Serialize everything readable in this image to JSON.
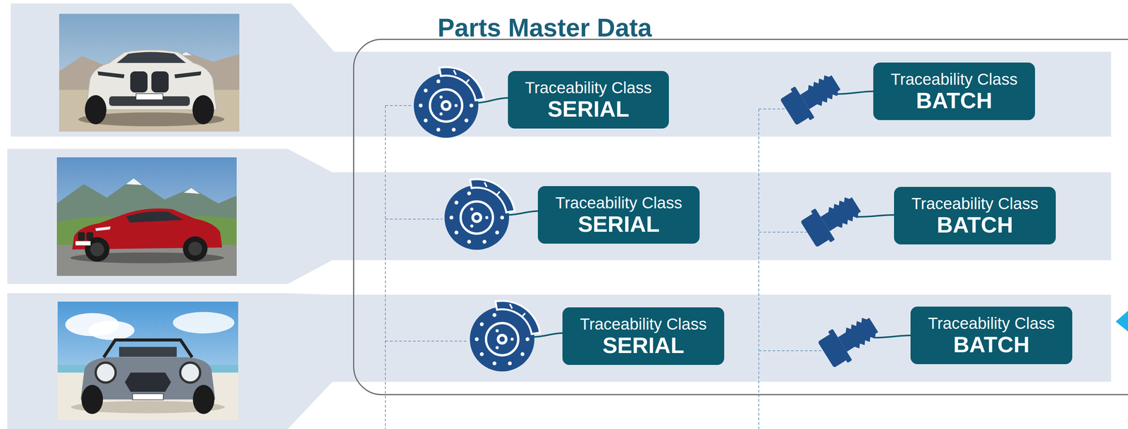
{
  "diagram": {
    "nodes": [
      {
        "text": [
          "Parts Master Data"
        ]
      },
      {
        "text": [
          "Traceability Class",
          "SERIAL"
        ],
        "in": 0
      },
      {
        "text": [
          "Traceability Class",
          "BATCH"
        ],
        "in": 0
      },
      {
        "text": [
          "Traceability Class",
          "SERIAL"
        ],
        "in": 0
      },
      {
        "text": [
          "Traceability Class",
          "BATCH"
        ],
        "in": 0
      },
      {
        "text": [
          "Traceability Class",
          "SERIAL"
        ],
        "in": 0
      },
      {
        "text": [
          "Traceability Class",
          "BATCH"
        ],
        "in": 0
      }
    ]
  }
}
